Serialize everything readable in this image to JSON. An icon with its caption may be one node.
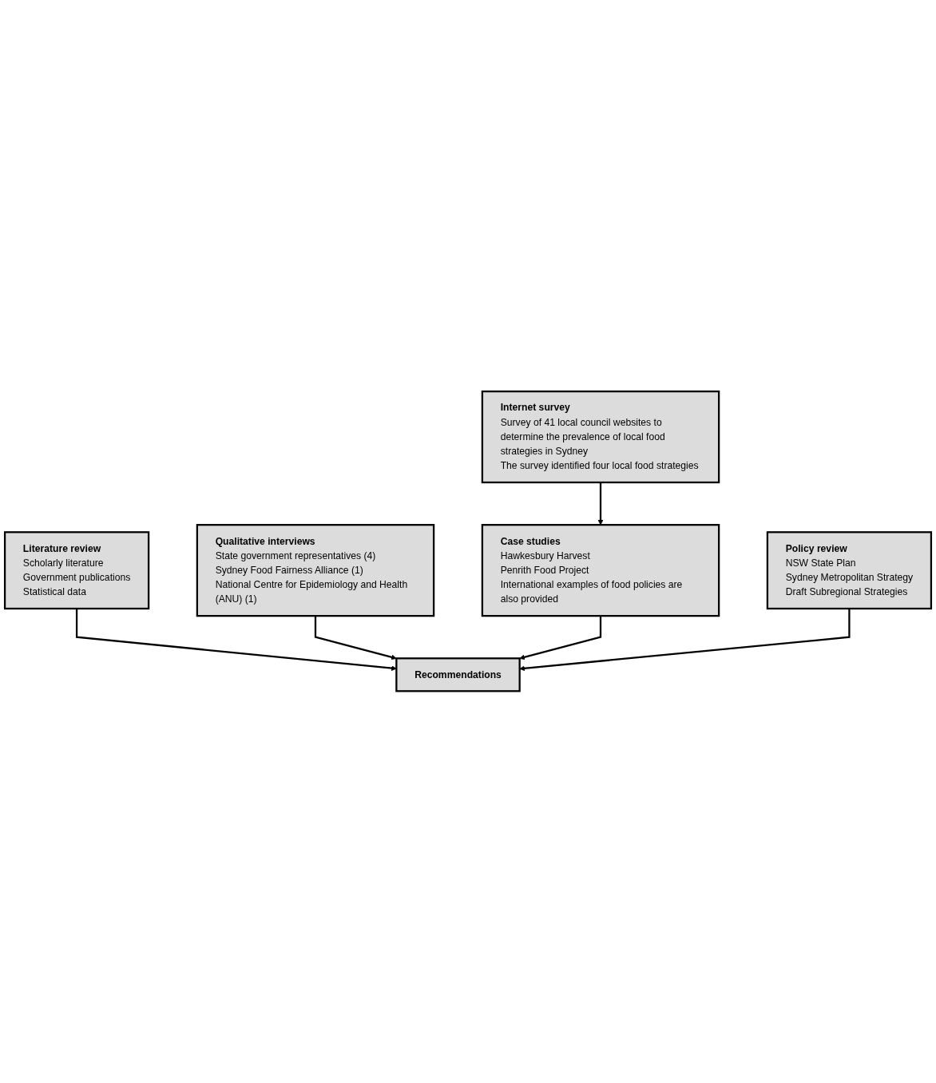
{
  "diagram": {
    "nodes": [
      {
        "text": [
          "Literature review",
          "Scholarly literature",
          "Government publications",
          "Statistical data"
        ]
      },
      {
        "text": [
          "Internet survey",
          "Survey of 41 local council websites to determine the prevalence of local food strategies in Sydney",
          "The survey identified four local food strategies"
        ]
      },
      {
        "text": [
          "Qualitative interviews",
          "State government representatives (4)",
          "Sydney Food Fairness Alliance (1)",
          "National Centre for Epidemiology and Health (ANU) (1)"
        ]
      },
      {
        "text": [
          "Case studies",
          "Hawkesbury Harvest",
          "Penrith Food Project",
          "International examples of food policies are also provided"
        ]
      },
      {
        "text": [
          "Policy review",
          "NSW State Plan",
          "Sydney Metropolitan Strategy",
          "Draft Subregional Strategies"
        ]
      },
      {
        "text": [
          "Recommendations"
        ]
      }
    ],
    "edges": [
      {
        "from": 0,
        "to": 5,
        "arrow": "to"
      },
      {
        "from": 1,
        "to": 3,
        "arrow": "to"
      },
      {
        "from": 2,
        "to": 5,
        "arrow": "to"
      },
      {
        "from": 3,
        "to": 5,
        "arrow": "to"
      },
      {
        "from": 4,
        "to": 5,
        "arrow": "to"
      }
    ]
  }
}
